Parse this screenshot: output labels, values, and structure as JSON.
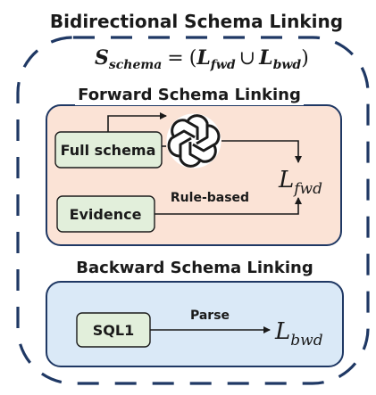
{
  "title": "Bidirectional Schema Linking",
  "formula": {
    "lhs_symbol": "S",
    "lhs_subscript": "schema",
    "equals": "=",
    "open_paren": "(",
    "fwd_symbol": "L",
    "fwd_subscript": "fwd",
    "union": "∪",
    "bwd_symbol": "L",
    "bwd_subscript": "bwd",
    "close_paren": ")"
  },
  "forward": {
    "heading": "Forward Schema Linking",
    "full_schema_label": "Full schema",
    "evidence_label": "Evidence",
    "rule_based_label": "Rule-based",
    "output_symbol": "L",
    "output_subscript": "fwd",
    "model_icon": "openai-logo-icon"
  },
  "backward": {
    "heading": "Backward Schema Linking",
    "sql_label": "SQL1",
    "parse_label": "Parse",
    "output_symbol": "L",
    "output_subscript": "bwd"
  },
  "colors": {
    "forward_fill": "#fbe3d6",
    "backward_fill": "#dae9f7",
    "node_fill": "#e2efdb",
    "stroke": "#1f3864",
    "dash_border": "#1f3864",
    "text": "#1a1a1a"
  }
}
